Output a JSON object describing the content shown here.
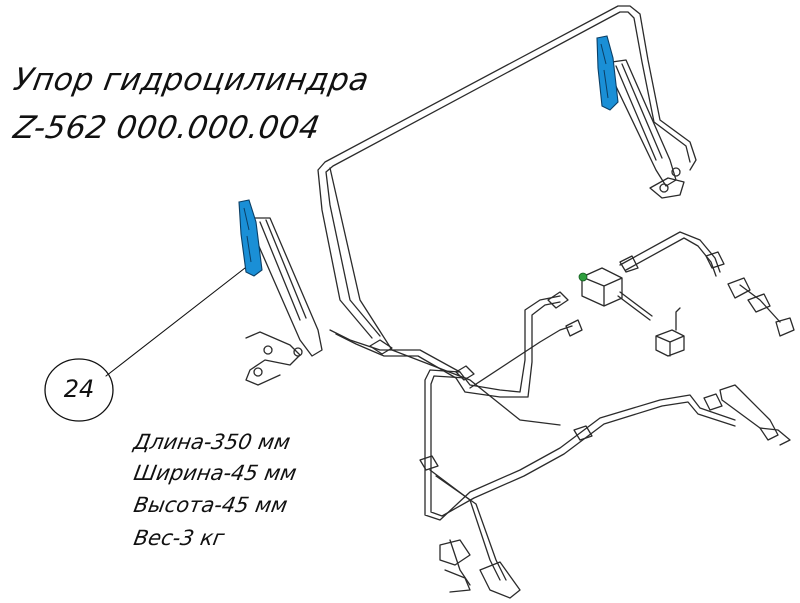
{
  "title": {
    "line1": "Упор гидроцилиндра",
    "line2": "Z-562 000.000.004"
  },
  "callout": {
    "number": "24"
  },
  "specs": {
    "length": "Длина-350 мм",
    "width": "Ширина-45 мм",
    "height": "Высота-45 мм",
    "weight": "Вес-3 кг"
  },
  "colors": {
    "highlight": "#1a8fd6",
    "line": "#2b2b2b",
    "marker": "#2e9e3e"
  }
}
